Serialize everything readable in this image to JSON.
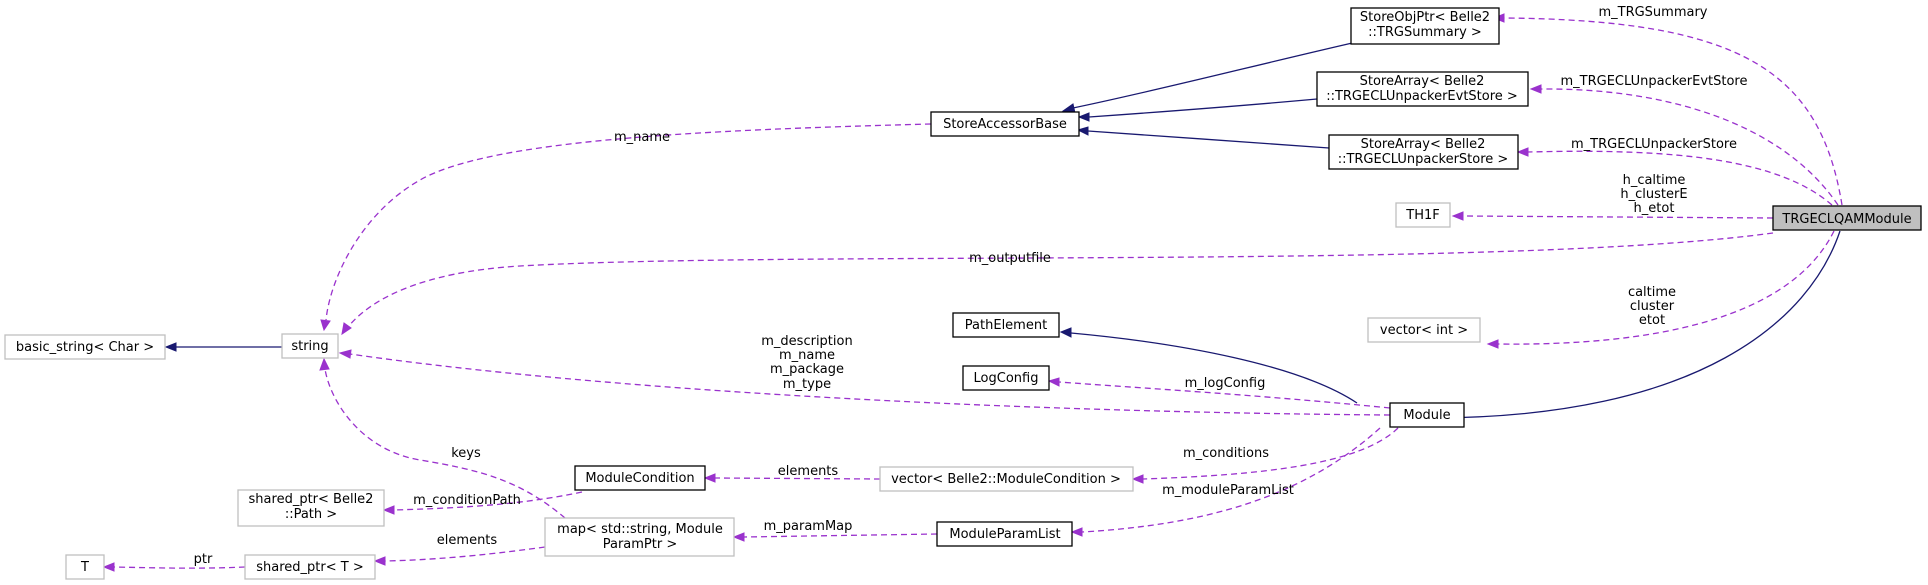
{
  "nodes": {
    "trgeclqam": {
      "lines": [
        "TRGECLQAMModule"
      ]
    },
    "store_obj_trgsummary": {
      "lines": [
        "StoreObjPtr< Belle2",
        "::TRGSummary >"
      ]
    },
    "store_array_evtstore": {
      "lines": [
        "StoreArray< Belle2",
        "::TRGECLUnpackerEvtStore >"
      ]
    },
    "store_array_store": {
      "lines": [
        "StoreArray< Belle2",
        "::TRGECLUnpackerStore >"
      ]
    },
    "store_accessor_base": {
      "lines": [
        "StoreAccessorBase"
      ]
    },
    "th1f": {
      "lines": [
        "TH1F"
      ]
    },
    "vector_int": {
      "lines": [
        "vector< int >"
      ]
    },
    "basic_string": {
      "lines": [
        "basic_string< Char >"
      ]
    },
    "string": {
      "lines": [
        "string"
      ]
    },
    "path_element": {
      "lines": [
        "PathElement"
      ]
    },
    "log_config": {
      "lines": [
        "LogConfig"
      ]
    },
    "module": {
      "lines": [
        "Module"
      ]
    },
    "module_condition": {
      "lines": [
        "ModuleCondition"
      ]
    },
    "vector_module_condition": {
      "lines": [
        "vector< Belle2::ModuleCondition >"
      ]
    },
    "shared_ptr_path": {
      "lines": [
        "shared_ptr< Belle2",
        "::Path >"
      ]
    },
    "map_module_param": {
      "lines": [
        "map< std::string, Module",
        "ParamPtr >"
      ]
    },
    "module_param_list": {
      "lines": [
        "ModuleParamList"
      ]
    },
    "t": {
      "lines": [
        "T"
      ]
    },
    "shared_ptr_t": {
      "lines": [
        "shared_ptr< T >"
      ]
    }
  },
  "edge_labels": {
    "m_trgsummary": [
      "m_TRGSummary"
    ],
    "m_evtstore": [
      "m_TRGECLUnpackerEvtStore"
    ],
    "m_store": [
      "m_TRGECLUnpackerStore"
    ],
    "m_name": [
      "m_name"
    ],
    "histos": [
      "h_caltime",
      "h_clusterE",
      "h_etot"
    ],
    "m_outputfile": [
      "m_outputfile"
    ],
    "vectors": [
      "caltime",
      "cluster",
      "etot"
    ],
    "module_strings": [
      "m_description",
      "m_name",
      "m_package",
      "m_type"
    ],
    "m_logconfig": [
      "m_logConfig"
    ],
    "m_conditions": [
      "m_conditions"
    ],
    "keys": [
      "keys"
    ],
    "elements_cond": [
      "elements"
    ],
    "m_conditionpath": [
      "m_conditionPath"
    ],
    "m_moduleparamlist": [
      "m_moduleParamList"
    ],
    "m_parammap": [
      "m_paramMap"
    ],
    "elements_shared": [
      "elements"
    ],
    "ptr": [
      "ptr"
    ]
  },
  "colors": {
    "inheritance_edge": "#191970",
    "member_edge": "#9a32cd",
    "focus_node_fill": "#bfbfbf",
    "external_node_border": "#bfbfbf"
  }
}
